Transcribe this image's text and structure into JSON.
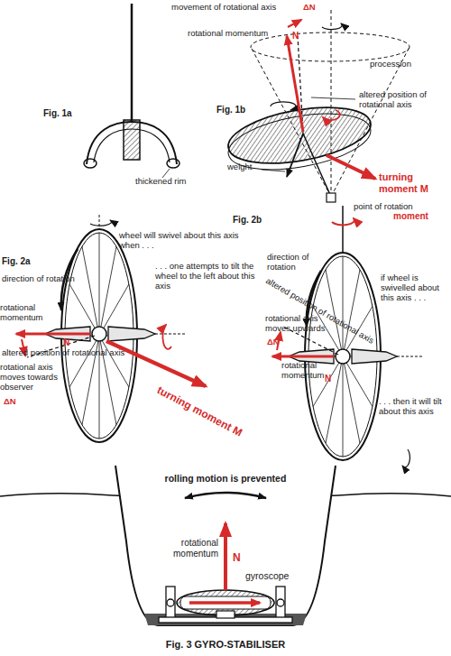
{
  "diagram": {
    "caption": "Fig. 3 GYRO-STABILISER",
    "labels": [
      "Fig. 1a",
      "thickened rim",
      "movement of rotational axis",
      "ΔN",
      "rotational momentum",
      "N",
      "procession",
      "altered position of rotational axis",
      "Fig. 1b",
      "weight",
      "turning moment M",
      "point of rotation",
      "wheel will swivel about this axis when . . .",
      ". . . one attempts to tilt the wheel to the left about this axis",
      "Fig. 2a",
      "direction of rotation",
      "rotational momentum",
      "N",
      "altered position of rotational axis",
      "rotational axis moves towards observer",
      "ΔN",
      "turning moment M",
      "Fig. 2b",
      "moment",
      "direction of rotation",
      "if wheel is swivelled about this axis . . .",
      "altered position of rotational axis",
      "rotational axis moves upwards",
      "ΔN",
      "rotational momentum",
      "N",
      ". . . then it will tilt about this axis",
      "rolling motion is prevented",
      "rotational momentum",
      "N",
      "gyroscope"
    ]
  }
}
